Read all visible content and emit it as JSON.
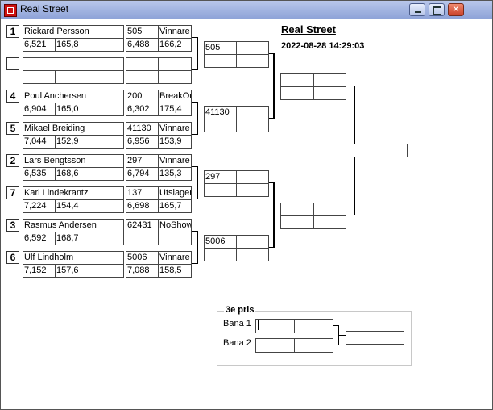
{
  "window": {
    "title": "Real Street"
  },
  "header": {
    "title": "Real Street",
    "datetime": "2022-08-28 14:29:03"
  },
  "round1": [
    {
      "seed": "1",
      "name": "Rickard Persson",
      "rt": "6,521",
      "speed": "165,8"
    },
    {
      "seed": "",
      "name": "",
      "rt": "",
      "speed": ""
    },
    {
      "seed": "4",
      "name": "Poul Anchersen",
      "rt": "6,904",
      "speed": "165,0"
    },
    {
      "seed": "5",
      "name": "Mikael  Breiding",
      "rt": "7,044",
      "speed": "152,9"
    },
    {
      "seed": "2",
      "name": "Lars Bengtsson",
      "rt": "6,535",
      "speed": "168,6"
    },
    {
      "seed": "7",
      "name": "Karl  Lindekrantz",
      "rt": "7,224",
      "speed": "154,4"
    },
    {
      "seed": "3",
      "name": "Rasmus Andersen",
      "rt": "6,592",
      "speed": "168,7"
    },
    {
      "seed": "6",
      "name": "Ulf Lindholm",
      "rt": "7,152",
      "speed": "157,6"
    }
  ],
  "round1_results": [
    {
      "number": "505",
      "status": "Vinnare",
      "et": "6,488",
      "speed": "166,2"
    },
    {
      "number": "",
      "status": "",
      "et": "",
      "speed": ""
    },
    {
      "number": "200",
      "status": "BreakOut",
      "et": "6,302",
      "speed": "175,4"
    },
    {
      "number": "41130",
      "status": "Vinnare",
      "et": "6,956",
      "speed": "153,9"
    },
    {
      "number": "297",
      "status": "Vinnare",
      "et": "6,794",
      "speed": "135,3"
    },
    {
      "number": "137",
      "status": "Utslagen",
      "et": "6,698",
      "speed": "165,7"
    },
    {
      "number": "62431",
      "status": "NoShow",
      "et": "",
      "speed": ""
    },
    {
      "number": "5006",
      "status": "Vinnare",
      "et": "7,088",
      "speed": "158,5"
    }
  ],
  "round2": [
    "505",
    "41130",
    "297",
    "5006"
  ],
  "third_place": {
    "title": "3e pris",
    "lane1": "Bana 1",
    "lane2": "Bana 2"
  }
}
